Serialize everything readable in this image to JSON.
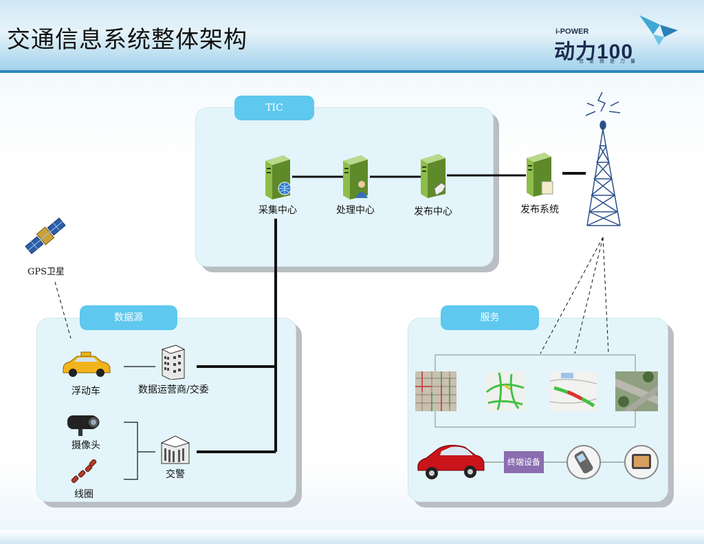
{
  "header": {
    "title": "交通信息系统整体架构",
    "logo_top": "i-POWER",
    "logo_main": "动力100",
    "logo_sub": "信息就是力量"
  },
  "tic": {
    "tab": "TIC",
    "nodes": [
      "采集中心",
      "处理中心",
      "发布中心"
    ]
  },
  "publish_system": "发布系统",
  "gps_label": "GPS卫星",
  "data_source": {
    "tab": "数据源",
    "items": {
      "floating_car": "浮动车",
      "operator": "数据运营商/交委",
      "camera": "摄像头",
      "coil": "线圈",
      "police": "交警"
    }
  },
  "service": {
    "tab": "服务",
    "terminal": "终端设备"
  },
  "colors": {
    "tab": "#5ec8ef",
    "panel": "#e3f5fa",
    "terminal": "#8b6cb0",
    "tower": "#2a4f8a"
  }
}
